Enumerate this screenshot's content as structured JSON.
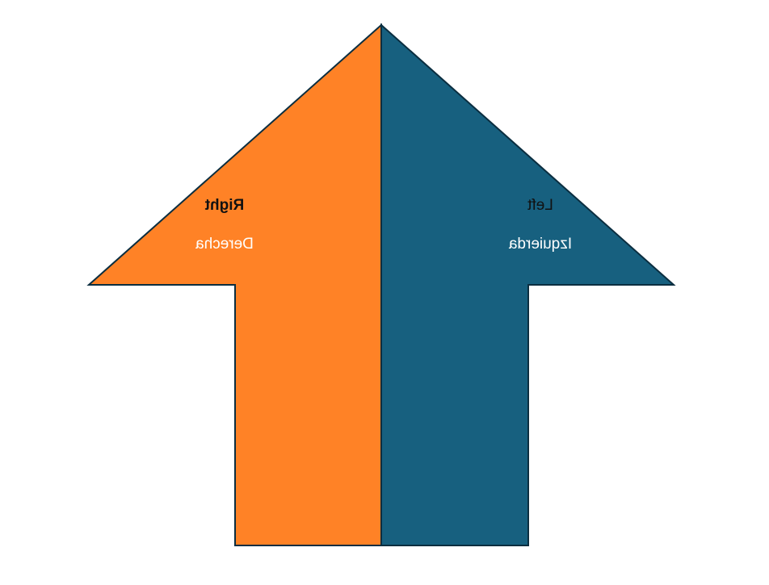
{
  "diagram": {
    "colors": {
      "left_half": "#FF8226",
      "right_half": "#17607F",
      "outline": "#0B2E40",
      "text_dark": "#111111",
      "text_light": "#ffffff"
    },
    "left_half": {
      "title": "Right",
      "subtitle": "Derecha"
    },
    "right_half": {
      "title": "Left",
      "subtitle": "Izquierda"
    }
  }
}
